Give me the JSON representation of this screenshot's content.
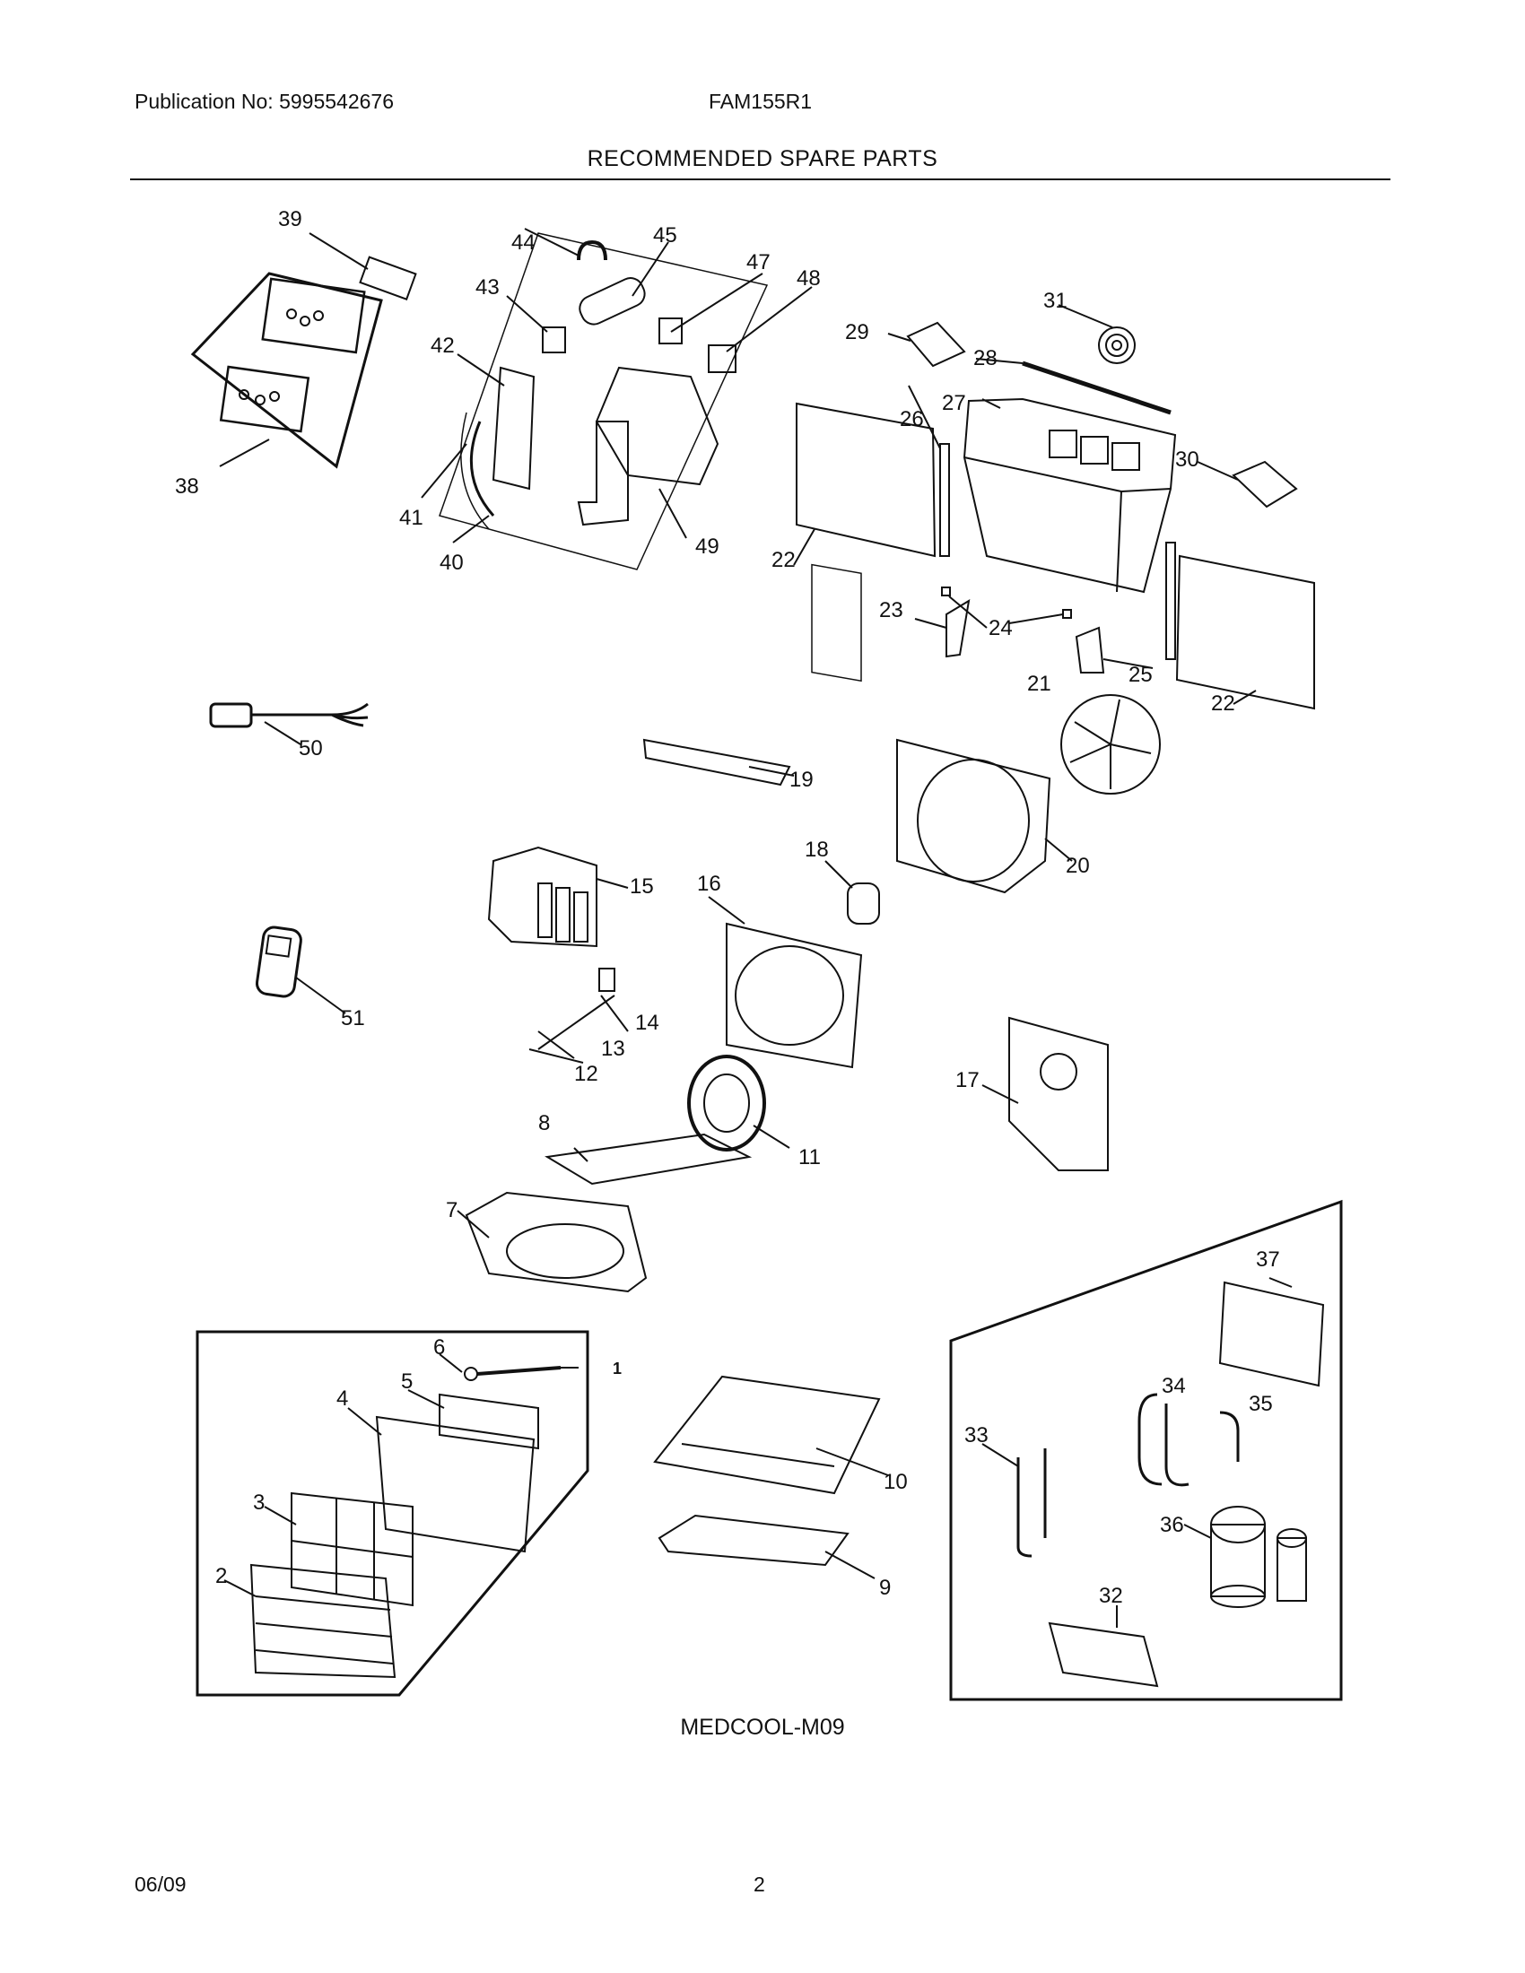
{
  "header": {
    "publication": "Publication No: 5995542676",
    "model": "FAM155R1",
    "title": "RECOMMENDED SPARE PARTS"
  },
  "diagram_id": "MEDCOOL-M09",
  "footer": {
    "date": "06/09",
    "page": "2"
  },
  "labels": {
    "p1": "1",
    "p2": "2",
    "p3": "3",
    "p4": "4",
    "p5": "5",
    "p6": "6",
    "p7": "7",
    "p8": "8",
    "p9": "9",
    "p10": "10",
    "p11": "11",
    "p12": "12",
    "p13": "13",
    "p14": "14",
    "p15": "15",
    "p16": "16",
    "p17": "17",
    "p18": "18",
    "p19": "19",
    "p20": "20",
    "p21": "21",
    "p22a": "22",
    "p22b": "22",
    "p23": "23",
    "p24": "24",
    "p25": "25",
    "p26": "26",
    "p27": "27",
    "p28": "28",
    "p29": "29",
    "p30": "30",
    "p31": "31",
    "p32": "32",
    "p33": "33",
    "p34": "34",
    "p35": "35",
    "p36": "36",
    "p37": "37",
    "p38": "38",
    "p39": "39",
    "p40": "40",
    "p41": "41",
    "p42": "42",
    "p43": "43",
    "p44": "44",
    "p45": "45",
    "p47": "47",
    "p48": "48",
    "p49": "49",
    "p50": "50",
    "p51": "51"
  }
}
